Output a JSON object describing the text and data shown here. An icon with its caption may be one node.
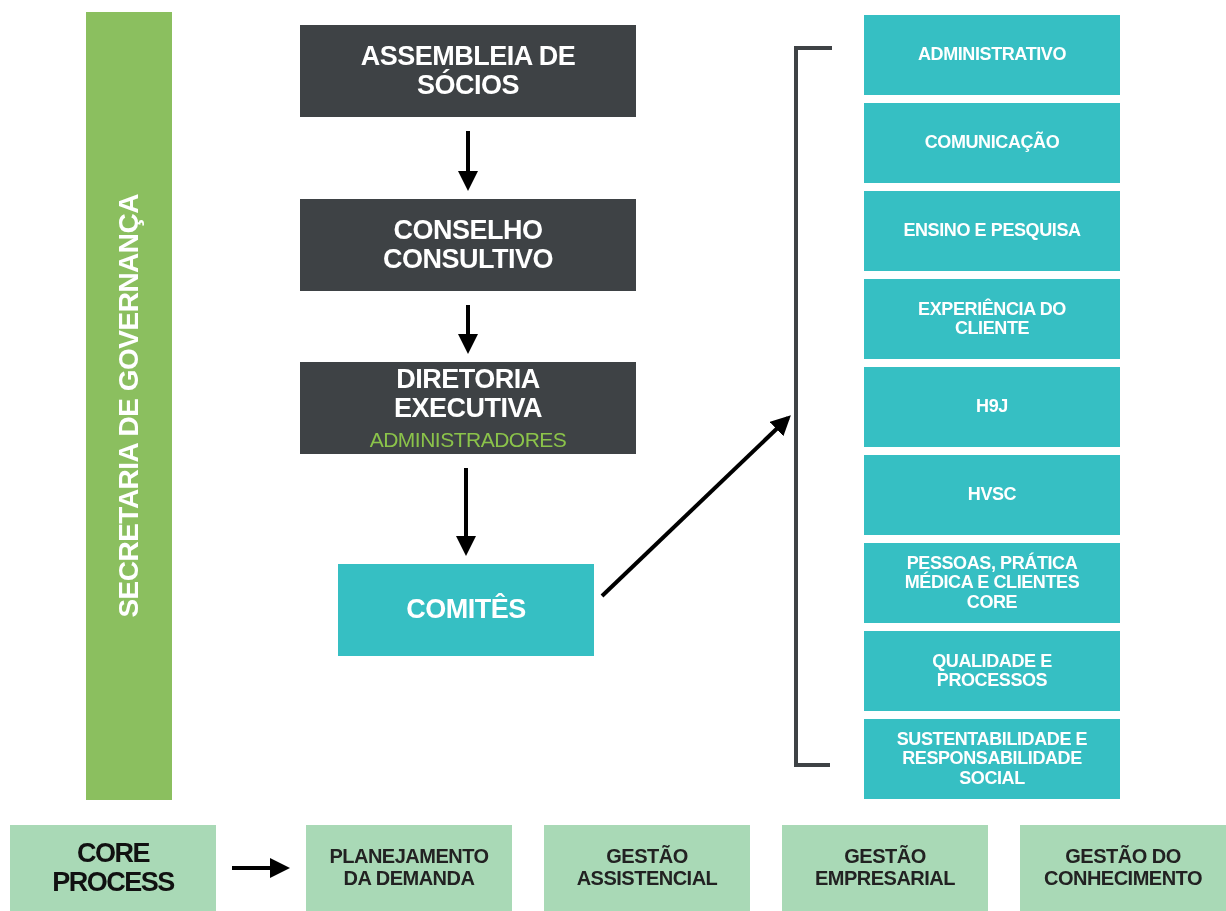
{
  "diagram": {
    "nodes": [
      {
        "text": [
          "SECRETARIA DE GOVERNANÇA"
        ]
      },
      {
        "text": [
          "ASSEMBLEIA DE SÓCIOS"
        ]
      },
      {
        "text": [
          "CONSELHO CONSULTIVO"
        ]
      },
      {
        "text": [
          "DIRETORIA EXECUTIVA",
          "ADMINISTRADORES"
        ]
      },
      {
        "text": [
          "COMITÊS"
        ]
      },
      {
        "text": [
          "ADMINISTRATIVO"
        ]
      },
      {
        "text": [
          "COMUNICAÇÃO"
        ]
      },
      {
        "text": [
          "ENSINO E PESQUISA"
        ]
      },
      {
        "text": [
          "EXPERIÊNCIA DO CLIENTE"
        ]
      },
      {
        "text": [
          "H9J"
        ]
      },
      {
        "text": [
          "HVSC"
        ]
      },
      {
        "text": [
          "PESSOAS, PRÁTICA MÉDICA E CLIENTES CORE"
        ]
      },
      {
        "text": [
          "QUALIDADE E PROCESSOS"
        ]
      },
      {
        "text": [
          "SUSTENTABILIDADE E RESPONSABILIDADE SOCIAL"
        ]
      },
      {
        "text": [
          "CORE PROCESS"
        ]
      },
      {
        "text": [
          "PLANEJAMENTO DA DEMANDA"
        ]
      },
      {
        "text": [
          "GESTÃO ASSISTENCIAL"
        ]
      },
      {
        "text": [
          "GESTÃO EMPRESARIAL"
        ]
      },
      {
        "text": [
          "GESTÃO DO CONHECIMENTO"
        ]
      },
      {
        "text": [],
        "shape": "bracket"
      }
    ],
    "edges": [
      {
        "from": 1,
        "to": 2,
        "arrow": "to"
      },
      {
        "from": 2,
        "to": 3,
        "arrow": "to"
      },
      {
        "from": 3,
        "to": 4,
        "arrow": "to"
      },
      {
        "from": 4,
        "to": 19,
        "arrow": "to"
      },
      {
        "from": 14,
        "to": 15,
        "arrow": "to"
      }
    ]
  }
}
